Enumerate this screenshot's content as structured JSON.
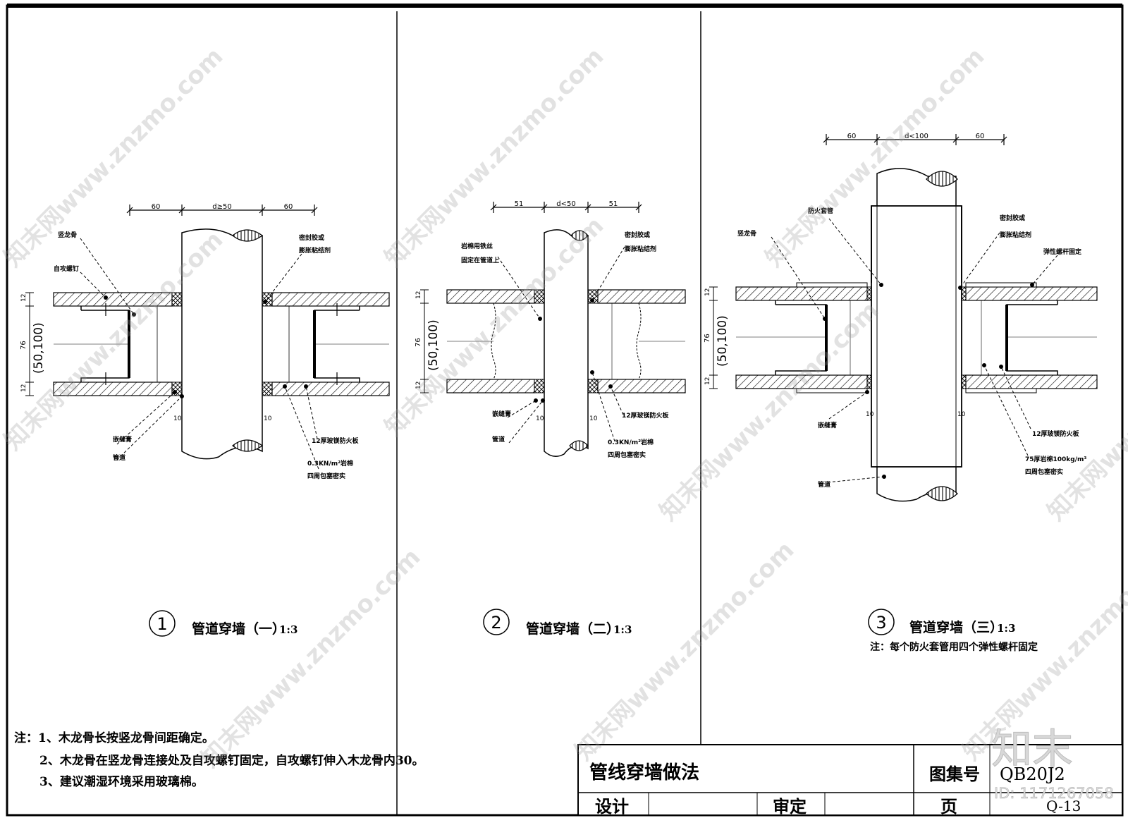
{
  "details": [
    {
      "number": "1",
      "title": "管道穿墙（一）",
      "scale": "1:3",
      "dims_top": [
        "60",
        "d≥50",
        "60"
      ],
      "dim_side": "76",
      "dim_side_alt": "(50,100)",
      "dim_board": "12",
      "dim_gap": "10",
      "labels": {
        "stud": "竖龙骨",
        "screw": "自攻螺钉",
        "sealant_top": "密封胶或",
        "sealant_top2": "膨胀粘结剂",
        "caulk": "嵌缝膏",
        "pipe": "管道",
        "board": "12厚玻镁防火板",
        "wool": "0.3KN/m²岩棉",
        "wool2": "四周包塞密实"
      }
    },
    {
      "number": "2",
      "title": "管道穿墙（二）",
      "scale": "1:3",
      "dims_top": [
        "51",
        "d<50",
        "51"
      ],
      "dim_side": "76",
      "dim_side_alt": "(50,100)",
      "dim_board": "12",
      "dim_gap": "10",
      "labels": {
        "wire": "岩棉用铁丝",
        "wire2": "固定在管道上",
        "sealant_top": "密封胶或",
        "sealant_top2": "膨胀粘结剂",
        "caulk": "嵌缝膏",
        "pipe": "管道",
        "board": "12厚玻镁防火板",
        "wool": "0.3KN/m²岩棉",
        "wool2": "四周包塞密实"
      }
    },
    {
      "number": "3",
      "title": "管道穿墙（三）",
      "scale": "1:3",
      "note": "注：每个防火套管用四个弹性螺杆固定",
      "dims_top": [
        "60",
        "d<100",
        "60"
      ],
      "dim_side": "76",
      "dim_side_alt": "(50,100)",
      "dim_board": "12",
      "dim_gap": "10",
      "labels": {
        "sleeve": "防火套管",
        "stud": "竖龙骨",
        "sealant_top": "密封胶或",
        "sealant_top2": "膨胀粘结剂",
        "bolt": "弹性螺杆固定",
        "caulk": "嵌缝膏",
        "pipe": "管道",
        "board": "12厚玻镁防火板",
        "wool": "75厚岩棉100kg/m³",
        "wool2": "四周包塞密实"
      }
    }
  ],
  "notes": [
    "注：1、木龙骨长按竖龙骨间距确定。",
    "2、木龙骨在竖龙骨连接处及自攻螺钉固定，自攻螺钉伸入木龙骨内30。",
    "3、建议潮湿环境采用玻璃棉。"
  ],
  "title_block": {
    "drawing_title": "管线穿墙做法",
    "atlas_label": "图集号",
    "atlas_no": "QB20J2",
    "design_label": "设计",
    "review_label": "审定",
    "page_label": "页",
    "page_no": "Q-13"
  },
  "watermark": {
    "site": "知末网www.znzmo.com",
    "logo": "知末",
    "id": "ID: 1171267058"
  }
}
